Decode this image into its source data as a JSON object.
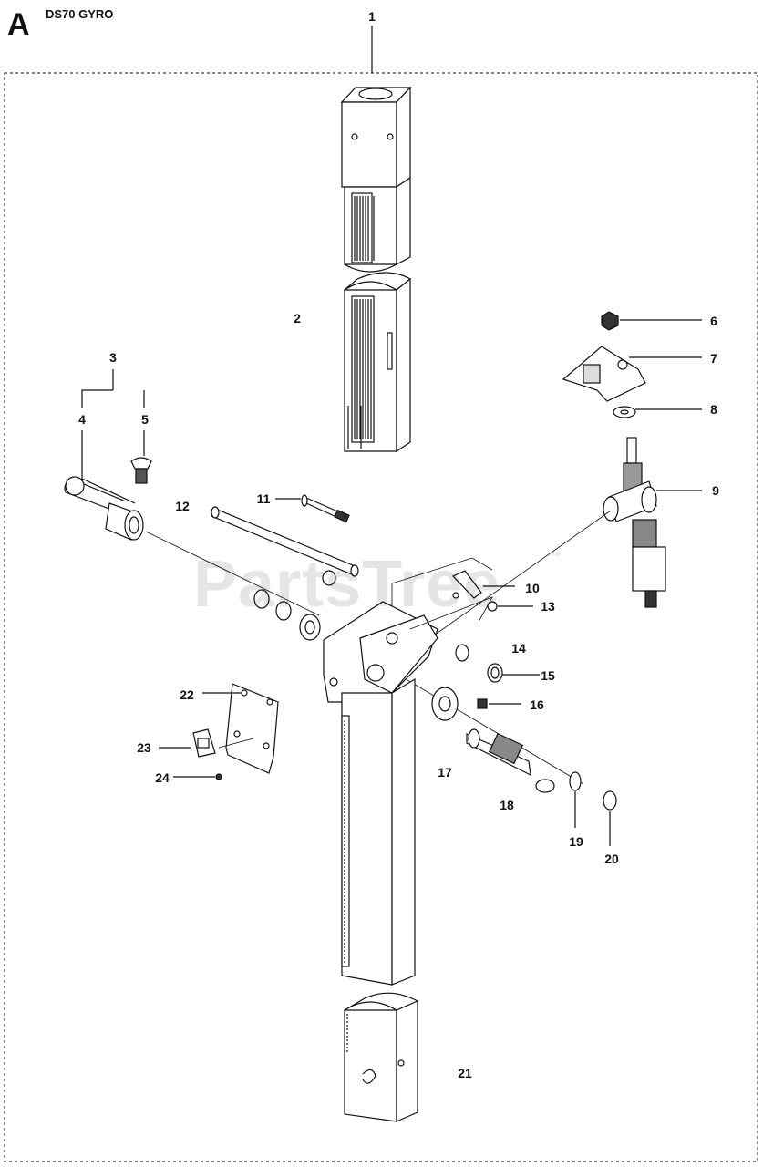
{
  "section_letter": "A",
  "model": "DS70 GYRO",
  "watermark": "PartsTree",
  "watermark_tm": "™",
  "callouts": [
    {
      "id": "1",
      "label": "1"
    },
    {
      "id": "2",
      "label": "2"
    },
    {
      "id": "3",
      "label": "3"
    },
    {
      "id": "4",
      "label": "4"
    },
    {
      "id": "5",
      "label": "5"
    },
    {
      "id": "6",
      "label": "6"
    },
    {
      "id": "7",
      "label": "7"
    },
    {
      "id": "8",
      "label": "8"
    },
    {
      "id": "9",
      "label": "9"
    },
    {
      "id": "10",
      "label": "10"
    },
    {
      "id": "11",
      "label": "11"
    },
    {
      "id": "12",
      "label": "12"
    },
    {
      "id": "13",
      "label": "13"
    },
    {
      "id": "14",
      "label": "14"
    },
    {
      "id": "15",
      "label": "15"
    },
    {
      "id": "16",
      "label": "16"
    },
    {
      "id": "17",
      "label": "17"
    },
    {
      "id": "18",
      "label": "18"
    },
    {
      "id": "19",
      "label": "19"
    },
    {
      "id": "20",
      "label": "20"
    },
    {
      "id": "21",
      "label": "21"
    },
    {
      "id": "22",
      "label": "22"
    },
    {
      "id": "23",
      "label": "23"
    },
    {
      "id": "24",
      "label": "24"
    }
  ]
}
